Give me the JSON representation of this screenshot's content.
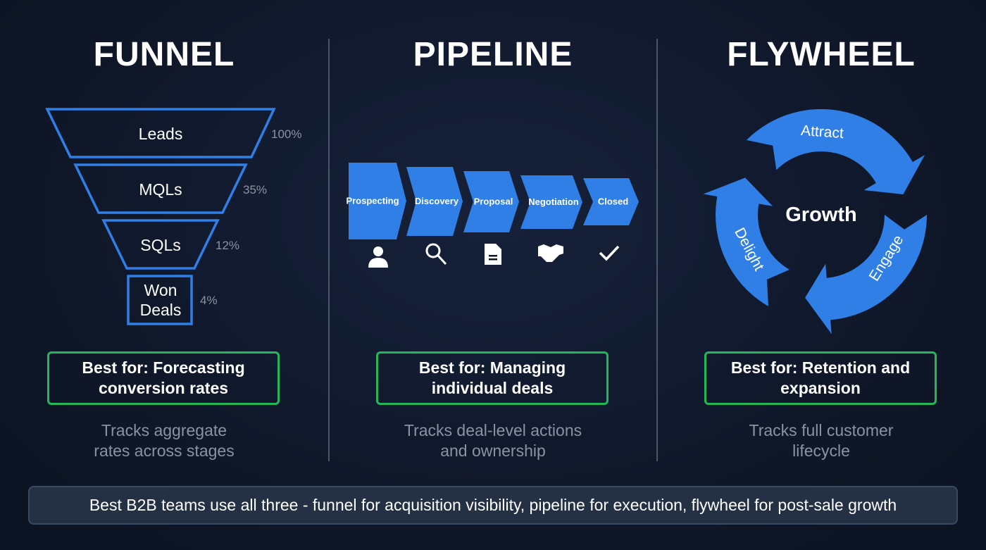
{
  "colors": {
    "accent_blue": "#2f7fe6",
    "best_for_border": "#22b85a",
    "background": "#0f1729"
  },
  "funnel": {
    "title": "FUNNEL",
    "stages": [
      {
        "label": "Leads",
        "pct": "100%"
      },
      {
        "label": "MQLs",
        "pct": "35%"
      },
      {
        "label": "SQLs",
        "pct": "12%"
      },
      {
        "label_line1": "Won",
        "label_line2": "Deals",
        "pct": "4%"
      }
    ],
    "best_for": "Best for: Forecasting conversion rates",
    "description": "Tracks aggregate rates across stages"
  },
  "pipeline": {
    "title": "PIPELINE",
    "stages": [
      {
        "label": "Prospecting",
        "icon": "person-icon"
      },
      {
        "label": "Discovery",
        "icon": "magnifier-icon"
      },
      {
        "label": "Proposal",
        "icon": "document-icon"
      },
      {
        "label": "Negotiation",
        "icon": "handshake-icon"
      },
      {
        "label": "Closed",
        "icon": "checkmark-icon"
      }
    ],
    "best_for": "Best for: Managing individual deals",
    "description": "Tracks deal-level actions and ownership"
  },
  "flywheel": {
    "title": "FLYWHEEL",
    "center": "Growth",
    "segments": [
      "Attract",
      "Engage",
      "Delight"
    ],
    "best_for": "Best for: Retention and expansion",
    "description": "Tracks full customer lifecycle"
  },
  "banner": "Best B2B teams use all three - funnel for acquisition visibility, pipeline for execution, flywheel for post-sale growth"
}
